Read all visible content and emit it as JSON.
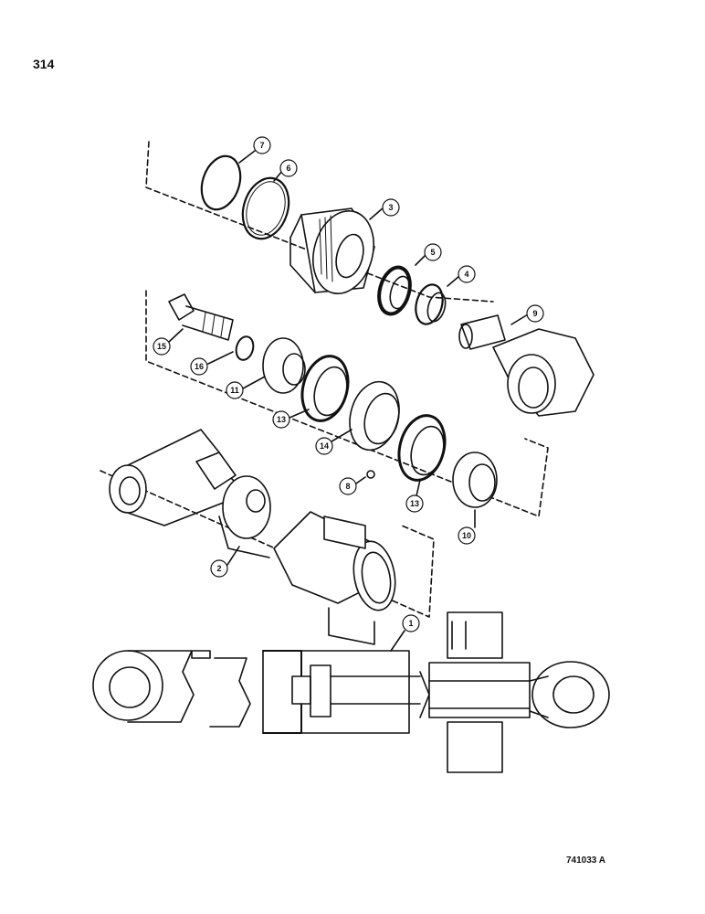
{
  "page": {
    "page_number": "314",
    "figure_code": "741033 A"
  },
  "callouts": [
    {
      "id": "c1",
      "label": "1"
    },
    {
      "id": "c2",
      "label": "2"
    },
    {
      "id": "c3",
      "label": "3"
    },
    {
      "id": "c4",
      "label": "4"
    },
    {
      "id": "c5",
      "label": "5"
    },
    {
      "id": "c6",
      "label": "6"
    },
    {
      "id": "c7",
      "label": "7"
    },
    {
      "id": "c8",
      "label": "8"
    },
    {
      "id": "c9",
      "label": "9"
    },
    {
      "id": "c10",
      "label": "10"
    },
    {
      "id": "c11",
      "label": "11"
    },
    {
      "id": "c13a",
      "label": "13"
    },
    {
      "id": "c13b",
      "label": "13"
    },
    {
      "id": "c14",
      "label": "14"
    },
    {
      "id": "c15",
      "label": "15"
    },
    {
      "id": "c16",
      "label": "16"
    }
  ]
}
